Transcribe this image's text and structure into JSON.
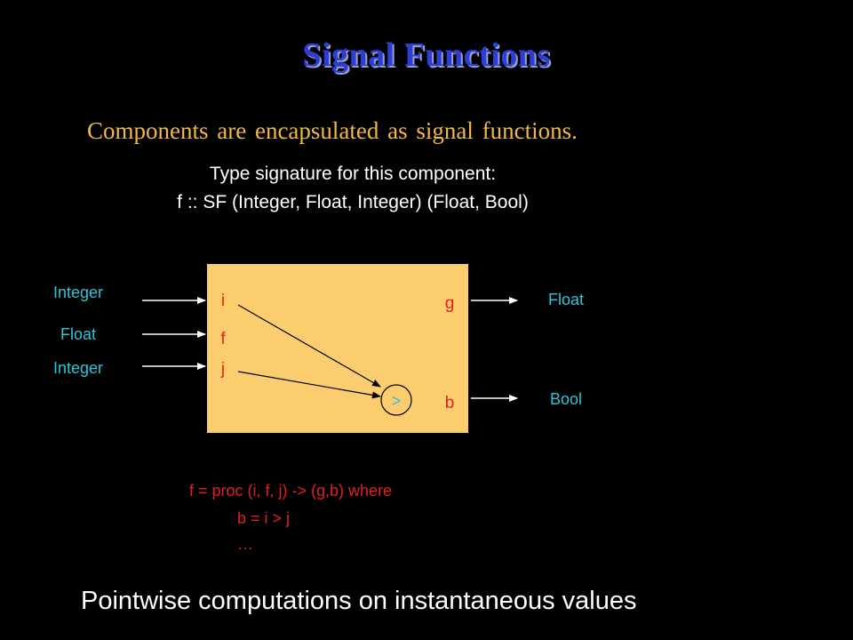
{
  "title": "Signal Functions",
  "subtitle": "Components are encapsulated as signal functions.",
  "signature": {
    "line1": "Type signature for this component:",
    "line2": "f :: SF (Integer, Float, Integer) (Float, Bool)"
  },
  "diagram": {
    "box_color": "#fccd6e",
    "inputs": [
      "Integer",
      "Float",
      "Integer"
    ],
    "input_ports": [
      "i",
      "f",
      "j"
    ],
    "output_ports": [
      "g",
      "b"
    ],
    "outputs": [
      "Float",
      "Bool"
    ],
    "operator": ">"
  },
  "code": {
    "line1": "f = proc (i, f, j) -> (g,b) where",
    "line2": "b = i > j",
    "line3": "…"
  },
  "footer": "Pointwise computations on instantaneous values"
}
